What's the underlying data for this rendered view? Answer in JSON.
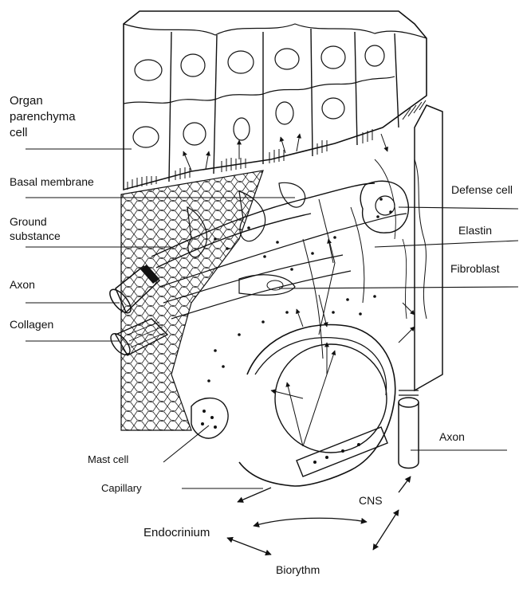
{
  "labels": {
    "organ_line1": "Organ",
    "organ_line2": "parenchyma",
    "organ_line3": "cell",
    "basal_membrane": "Basal membrane",
    "ground_line1": "Ground",
    "ground_line2": "substance",
    "axon_left": "Axon",
    "collagen": "Collagen",
    "defense_cell": "Defense cell",
    "elastin": "Elastin",
    "fibroblast": "Fibroblast",
    "axon_right": "Axon",
    "mast_cell": "Mast cell",
    "capillary": "Capillary",
    "cns": "CNS",
    "endocrinium": "Endocrinium",
    "biorythm": "Biorythm"
  },
  "colors": {
    "ink": "#111111",
    "paper": "#ffffff"
  }
}
